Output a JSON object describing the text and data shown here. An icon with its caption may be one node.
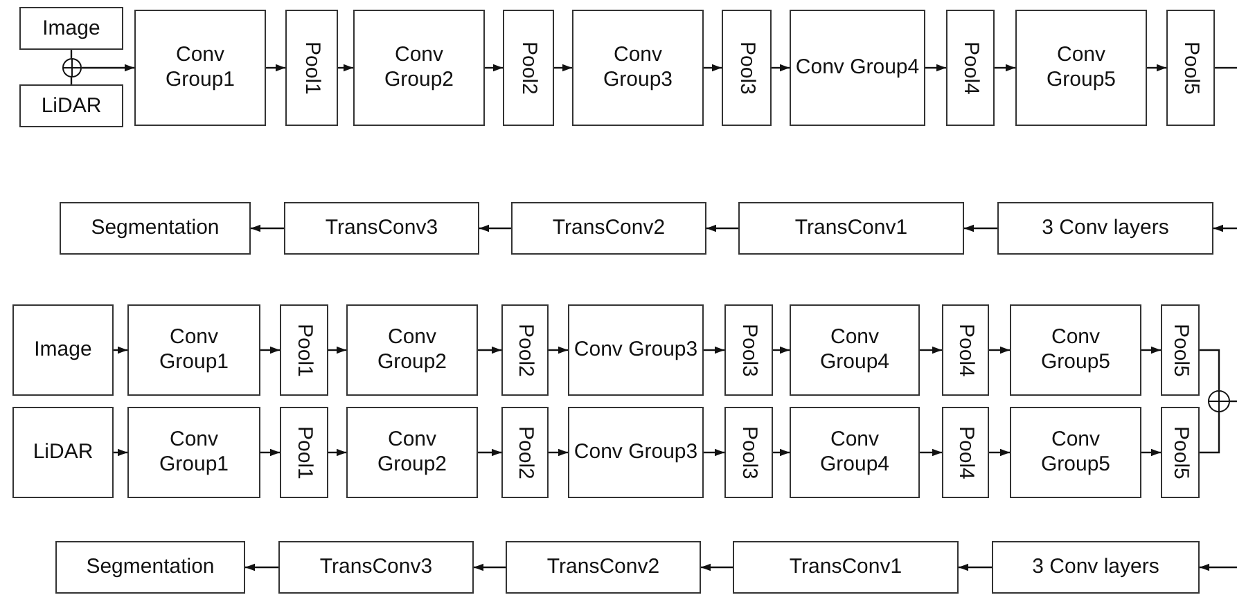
{
  "diagram": {
    "nodes": [
      {
        "text": [
          "Image"
        ]
      },
      {
        "text": [
          "LiDAR"
        ]
      },
      {
        "text": [],
        "shape": "circle"
      },
      {
        "text": [
          "Conv Group1"
        ]
      },
      {
        "text": [
          "Pool1"
        ]
      },
      {
        "text": [
          "Conv Group2"
        ]
      },
      {
        "text": [
          "Pool2"
        ]
      },
      {
        "text": [
          "Conv Group3"
        ]
      },
      {
        "text": [
          "Pool3"
        ]
      },
      {
        "text": [
          "Conv Group4"
        ]
      },
      {
        "text": [
          "Pool4"
        ]
      },
      {
        "text": [
          "Conv Group5"
        ]
      },
      {
        "text": [
          "Pool5"
        ]
      },
      {
        "text": [
          "Segmentation"
        ]
      },
      {
        "text": [
          "TransConv3"
        ]
      },
      {
        "text": [
          "TransConv2"
        ]
      },
      {
        "text": [
          "TransConv1"
        ]
      },
      {
        "text": [
          "3 Conv layers"
        ]
      },
      {
        "text": [
          "Image"
        ]
      },
      {
        "text": [
          "Conv Group1"
        ]
      },
      {
        "text": [
          "Pool1"
        ]
      },
      {
        "text": [
          "Conv Group2"
        ]
      },
      {
        "text": [
          "Pool2"
        ]
      },
      {
        "text": [
          "Conv Group3"
        ]
      },
      {
        "text": [
          "Pool3"
        ]
      },
      {
        "text": [
          "Conv Group4"
        ]
      },
      {
        "text": [
          "Pool4"
        ]
      },
      {
        "text": [
          "Conv Group5"
        ]
      },
      {
        "text": [
          "Pool5"
        ]
      },
      {
        "text": [
          "LiDAR"
        ]
      },
      {
        "text": [
          "Conv Group1"
        ]
      },
      {
        "text": [
          "Pool1"
        ]
      },
      {
        "text": [
          "Conv Group2"
        ]
      },
      {
        "text": [
          "Pool2"
        ]
      },
      {
        "text": [
          "Conv Group3"
        ]
      },
      {
        "text": [
          "Pool3"
        ]
      },
      {
        "text": [
          "Conv Group4"
        ]
      },
      {
        "text": [
          "Pool4"
        ]
      },
      {
        "text": [
          "Conv Group5"
        ]
      },
      {
        "text": [
          "Pool5"
        ]
      },
      {
        "text": [],
        "shape": "circle"
      },
      {
        "text": [
          "Segmentation"
        ]
      },
      {
        "text": [
          "TransConv3"
        ]
      },
      {
        "text": [
          "TransConv2"
        ]
      },
      {
        "text": [
          "TransConv1"
        ]
      },
      {
        "text": [
          "3 Conv layers"
        ]
      }
    ],
    "edges": [
      {
        "from": 0,
        "to": 2,
        "arrow": "none"
      },
      {
        "from": 1,
        "to": 2,
        "arrow": "none"
      },
      {
        "from": 2,
        "to": 3,
        "arrow": "to"
      },
      {
        "from": 3,
        "to": 4,
        "arrow": "to"
      },
      {
        "from": 4,
        "to": 5,
        "arrow": "to"
      },
      {
        "from": 5,
        "to": 6,
        "arrow": "to"
      },
      {
        "from": 6,
        "to": 7,
        "arrow": "to"
      },
      {
        "from": 7,
        "to": 8,
        "arrow": "to"
      },
      {
        "from": 8,
        "to": 9,
        "arrow": "to"
      },
      {
        "from": 9,
        "to": 10,
        "arrow": "to"
      },
      {
        "from": 10,
        "to": 11,
        "arrow": "to"
      },
      {
        "from": 11,
        "to": 12,
        "arrow": "to"
      },
      {
        "from": 12,
        "to": null,
        "arrow": "none"
      },
      {
        "from": null,
        "to": 17,
        "arrow": "to"
      },
      {
        "from": 17,
        "to": 16,
        "arrow": "to"
      },
      {
        "from": 16,
        "to": 15,
        "arrow": "to"
      },
      {
        "from": 15,
        "to": 14,
        "arrow": "to"
      },
      {
        "from": 14,
        "to": 13,
        "arrow": "to"
      },
      {
        "from": 18,
        "to": 19,
        "arrow": "to"
      },
      {
        "from": 19,
        "to": 20,
        "arrow": "to"
      },
      {
        "from": 20,
        "to": 21,
        "arrow": "to"
      },
      {
        "from": 21,
        "to": 22,
        "arrow": "to"
      },
      {
        "from": 22,
        "to": 23,
        "arrow": "to"
      },
      {
        "from": 23,
        "to": 24,
        "arrow": "to"
      },
      {
        "from": 24,
        "to": 25,
        "arrow": "to"
      },
      {
        "from": 25,
        "to": 26,
        "arrow": "to"
      },
      {
        "from": 26,
        "to": 27,
        "arrow": "to"
      },
      {
        "from": 27,
        "to": 28,
        "arrow": "to"
      },
      {
        "from": 29,
        "to": 30,
        "arrow": "to"
      },
      {
        "from": 30,
        "to": 31,
        "arrow": "to"
      },
      {
        "from": 31,
        "to": 32,
        "arrow": "to"
      },
      {
        "from": 32,
        "to": 33,
        "arrow": "to"
      },
      {
        "from": 33,
        "to": 34,
        "arrow": "to"
      },
      {
        "from": 34,
        "to": 35,
        "arrow": "to"
      },
      {
        "from": 35,
        "to": 36,
        "arrow": "to"
      },
      {
        "from": 36,
        "to": 37,
        "arrow": "to"
      },
      {
        "from": 37,
        "to": 38,
        "arrow": "to"
      },
      {
        "from": 38,
        "to": 39,
        "arrow": "to"
      },
      {
        "from": 28,
        "to": 40,
        "arrow": "none"
      },
      {
        "from": 39,
        "to": 40,
        "arrow": "none"
      },
      {
        "from": 40,
        "to": null,
        "arrow": "none"
      },
      {
        "from": null,
        "to": 45,
        "arrow": "to"
      },
      {
        "from": 45,
        "to": 44,
        "arrow": "to"
      },
      {
        "from": 44,
        "to": 43,
        "arrow": "to"
      },
      {
        "from": 43,
        "to": 42,
        "arrow": "to"
      },
      {
        "from": 42,
        "to": 41,
        "arrow": "to"
      }
    ]
  }
}
